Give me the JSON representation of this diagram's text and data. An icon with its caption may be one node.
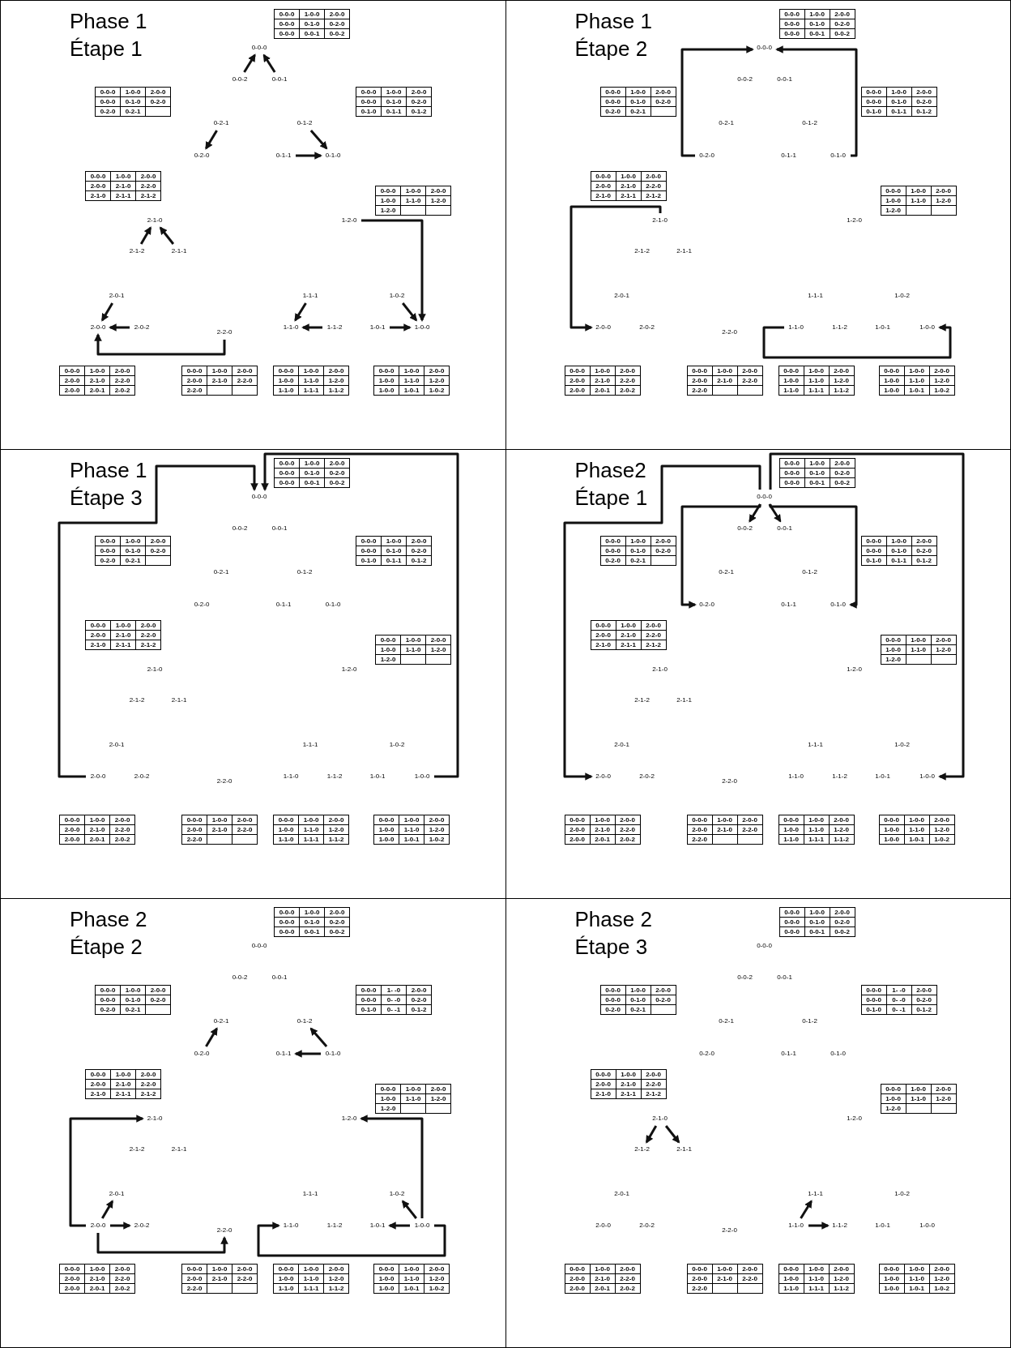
{
  "diagram": {
    "nodes": [
      {
        "text": [
          "Phase 1",
          "Étape 1"
        ]
      },
      {
        "text": [
          "0-0-0",
          "1-0-0",
          "2-0-0",
          "0-0-0",
          "0-1-0",
          "0-2-0",
          "0-0-0",
          "0-0-1",
          "0-0-2"
        ],
        "in": 0
      },
      {
        "text": [
          "0-0-0"
        ],
        "in": 0
      },
      {
        "text": [
          "0-0-2"
        ],
        "in": 0
      },
      {
        "text": [
          "0-0-1"
        ],
        "in": 0
      },
      {
        "text": [
          "0-0-0",
          "1-0-0",
          "2-0-0",
          "0-0-0",
          "0-1-0",
          "0-2-0",
          "0-2-0",
          "0-2-1"
        ],
        "in": 0
      },
      {
        "text": [
          "0-0-0",
          "1-0-0",
          "2-0-0",
          "0-0-0",
          "0-1-0",
          "0-2-0",
          "0-1-0",
          "0-1-1",
          "0-1-2"
        ],
        "in": 0
      },
      {
        "text": [
          "0-2-1"
        ],
        "in": 0
      },
      {
        "text": [
          "0-1-2"
        ],
        "in": 0
      },
      {
        "text": [
          "0-2-0"
        ],
        "in": 0
      },
      {
        "text": [
          "0-1-1"
        ],
        "in": 0
      },
      {
        "text": [
          "0-1-0"
        ],
        "in": 0
      },
      {
        "text": [
          "0-0-0",
          "1-0-0",
          "2-0-0",
          "2-0-0",
          "2-1-0",
          "2-2-0",
          "2-1-0",
          "2-1-1",
          "2-1-2"
        ],
        "in": 0
      },
      {
        "text": [
          "0-0-0",
          "1-0-0",
          "2-0-0",
          "1-0-0",
          "1-1-0",
          "1-2-0",
          "1-2-0"
        ],
        "in": 0
      },
      {
        "text": [
          "2-1-0"
        ],
        "in": 0
      },
      {
        "text": [
          "1-2-0"
        ],
        "in": 0
      },
      {
        "text": [
          "2-1-2"
        ],
        "in": 0
      },
      {
        "text": [
          "2-1-1"
        ],
        "in": 0
      },
      {
        "text": [
          "2-0-1"
        ],
        "in": 0
      },
      {
        "text": [
          "1-1-1"
        ],
        "in": 0
      },
      {
        "text": [
          "1-0-2"
        ],
        "in": 0
      },
      {
        "text": [
          "2-0-0"
        ],
        "in": 0
      },
      {
        "text": [
          "2-0-2"
        ],
        "in": 0
      },
      {
        "text": [
          "2-2-0"
        ],
        "in": 0
      },
      {
        "text": [
          "1-1-0"
        ],
        "in": 0
      },
      {
        "text": [
          "1-1-2"
        ],
        "in": 0
      },
      {
        "text": [
          "1-0-1"
        ],
        "in": 0
      },
      {
        "text": [
          "1-0-0"
        ],
        "in": 0
      },
      {
        "text": [
          "0-0-0",
          "1-0-0",
          "2-0-0",
          "2-0-0",
          "2-1-0",
          "2-2-0",
          "2-0-0",
          "2-0-1",
          "2-0-2"
        ],
        "in": 0
      },
      {
        "text": [
          "0-0-0",
          "1-0-0",
          "2-0-0",
          "2-0-0",
          "2-1-0",
          "2-2-0",
          "2-2-0"
        ],
        "in": 0
      },
      {
        "text": [
          "0-0-0",
          "1-0-0",
          "2-0-0",
          "1-0-0",
          "1-1-0",
          "1-2-0",
          "1-1-0",
          "1-1-1",
          "1-1-2"
        ],
        "in": 0
      },
      {
        "text": [
          "0-0-0",
          "1-0-0",
          "2-0-0",
          "1-0-0",
          "1-1-0",
          "1-2-0",
          "1-0-0",
          "1-0-1",
          "1-0-2"
        ],
        "in": 0
      },
      {
        "text": [
          "Phase 1",
          "Étape 2"
        ]
      },
      {
        "text": [
          "0-0-0",
          "1-0-0",
          "2-0-0",
          "0-0-0",
          "0-1-0",
          "0-2-0",
          "0-0-0",
          "0-0-1",
          "0-0-2"
        ],
        "in": 32
      },
      {
        "text": [
          "0-0-0"
        ],
        "in": 32
      },
      {
        "text": [
          "0-0-2"
        ],
        "in": 32
      },
      {
        "text": [
          "0-0-1"
        ],
        "in": 32
      },
      {
        "text": [
          "0-0-0",
          "1-0-0",
          "2-0-0",
          "0-0-0",
          "0-1-0",
          "0-2-0",
          "0-2-0",
          "0-2-1"
        ],
        "in": 32
      },
      {
        "text": [
          "0-0-0",
          "1-0-0",
          "2-0-0",
          "0-0-0",
          "0-1-0",
          "0-2-0",
          "0-1-0",
          "0-1-1",
          "0-1-2"
        ],
        "in": 32
      },
      {
        "text": [
          "0-2-1"
        ],
        "in": 32
      },
      {
        "text": [
          "0-1-2"
        ],
        "in": 32
      },
      {
        "text": [
          "0-2-0"
        ],
        "in": 32
      },
      {
        "text": [
          "0-1-1"
        ],
        "in": 32
      },
      {
        "text": [
          "0-1-0"
        ],
        "in": 32
      },
      {
        "text": [
          "0-0-0",
          "1-0-0",
          "2-0-0",
          "2-0-0",
          "2-1-0",
          "2-2-0",
          "2-1-0",
          "2-1-1",
          "2-1-2"
        ],
        "in": 32
      },
      {
        "text": [
          "0-0-0",
          "1-0-0",
          "2-0-0",
          "1-0-0",
          "1-1-0",
          "1-2-0",
          "1-2-0"
        ],
        "in": 32
      },
      {
        "text": [
          "2-1-0"
        ],
        "in": 32
      },
      {
        "text": [
          "1-2-0"
        ],
        "in": 32
      },
      {
        "text": [
          "2-1-2"
        ],
        "in": 32
      },
      {
        "text": [
          "2-1-1"
        ],
        "in": 32
      },
      {
        "text": [
          "2-0-1"
        ],
        "in": 32
      },
      {
        "text": [
          "1-1-1"
        ],
        "in": 32
      },
      {
        "text": [
          "1-0-2"
        ],
        "in": 32
      },
      {
        "text": [
          "2-0-0"
        ],
        "in": 32
      },
      {
        "text": [
          "2-0-2"
        ],
        "in": 32
      },
      {
        "text": [
          "2-2-0"
        ],
        "in": 32
      },
      {
        "text": [
          "1-1-0"
        ],
        "in": 32
      },
      {
        "text": [
          "1-1-2"
        ],
        "in": 32
      },
      {
        "text": [
          "1-0-1"
        ],
        "in": 32
      },
      {
        "text": [
          "1-0-0"
        ],
        "in": 32
      },
      {
        "text": [
          "0-0-0",
          "1-0-0",
          "2-0-0",
          "2-0-0",
          "2-1-0",
          "2-2-0",
          "2-0-0",
          "2-0-1",
          "2-0-2"
        ],
        "in": 32
      },
      {
        "text": [
          "0-0-0",
          "1-0-0",
          "2-0-0",
          "2-0-0",
          "2-1-0",
          "2-2-0",
          "2-2-0"
        ],
        "in": 32
      },
      {
        "text": [
          "0-0-0",
          "1-0-0",
          "2-0-0",
          "1-0-0",
          "1-1-0",
          "1-2-0",
          "1-1-0",
          "1-1-1",
          "1-1-2"
        ],
        "in": 32
      },
      {
        "text": [
          "0-0-0",
          "1-0-0",
          "2-0-0",
          "1-0-0",
          "1-1-0",
          "1-2-0",
          "1-0-0",
          "1-0-1",
          "1-0-2"
        ],
        "in": 32
      },
      {
        "text": [
          "Phase 1",
          "Étape 3"
        ]
      },
      {
        "text": [
          "0-0-0",
          "1-0-0",
          "2-0-0",
          "0-0-0",
          "0-1-0",
          "0-2-0",
          "0-0-0",
          "0-0-1",
          "0-0-2"
        ],
        "in": 64
      },
      {
        "text": [
          "0-0-0"
        ],
        "in": 64
      },
      {
        "text": [
          "0-0-2"
        ],
        "in": 64
      },
      {
        "text": [
          "0-0-1"
        ],
        "in": 64
      },
      {
        "text": [
          "0-0-0",
          "1-0-0",
          "2-0-0",
          "0-0-0",
          "0-1-0",
          "0-2-0",
          "0-2-0",
          "0-2-1"
        ],
        "in": 64
      },
      {
        "text": [
          "0-0-0",
          "1-0-0",
          "2-0-0",
          "0-0-0",
          "0-1-0",
          "0-2-0",
          "0-1-0",
          "0-1-1",
          "0-1-2"
        ],
        "in": 64
      },
      {
        "text": [
          "0-2-1"
        ],
        "in": 64
      },
      {
        "text": [
          "0-1-2"
        ],
        "in": 64
      },
      {
        "text": [
          "0-2-0"
        ],
        "in": 64
      },
      {
        "text": [
          "0-1-1"
        ],
        "in": 64
      },
      {
        "text": [
          "0-1-0"
        ],
        "in": 64
      },
      {
        "text": [
          "0-0-0",
          "1-0-0",
          "2-0-0",
          "2-0-0",
          "2-1-0",
          "2-2-0",
          "2-1-0",
          "2-1-1",
          "2-1-2"
        ],
        "in": 64
      },
      {
        "text": [
          "0-0-0",
          "1-0-0",
          "2-0-0",
          "1-0-0",
          "1-1-0",
          "1-2-0",
          "1-2-0"
        ],
        "in": 64
      },
      {
        "text": [
          "2-1-0"
        ],
        "in": 64
      },
      {
        "text": [
          "1-2-0"
        ],
        "in": 64
      },
      {
        "text": [
          "2-1-2"
        ],
        "in": 64
      },
      {
        "text": [
          "2-1-1"
        ],
        "in": 64
      },
      {
        "text": [
          "2-0-1"
        ],
        "in": 64
      },
      {
        "text": [
          "1-1-1"
        ],
        "in": 64
      },
      {
        "text": [
          "1-0-2"
        ],
        "in": 64
      },
      {
        "text": [
          "2-0-0"
        ],
        "in": 64
      },
      {
        "text": [
          "2-0-2"
        ],
        "in": 64
      },
      {
        "text": [
          "2-2-0"
        ],
        "in": 64
      },
      {
        "text": [
          "1-1-0"
        ],
        "in": 64
      },
      {
        "text": [
          "1-1-2"
        ],
        "in": 64
      },
      {
        "text": [
          "1-0-1"
        ],
        "in": 64
      },
      {
        "text": [
          "1-0-0"
        ],
        "in": 64
      },
      {
        "text": [
          "0-0-0",
          "1-0-0",
          "2-0-0",
          "2-0-0",
          "2-1-0",
          "2-2-0",
          "2-0-0",
          "2-0-1",
          "2-0-2"
        ],
        "in": 64
      },
      {
        "text": [
          "0-0-0",
          "1-0-0",
          "2-0-0",
          "2-0-0",
          "2-1-0",
          "2-2-0",
          "2-2-0"
        ],
        "in": 64
      },
      {
        "text": [
          "0-0-0",
          "1-0-0",
          "2-0-0",
          "1-0-0",
          "1-1-0",
          "1-2-0",
          "1-1-0",
          "1-1-1",
          "1-1-2"
        ],
        "in": 64
      },
      {
        "text": [
          "0-0-0",
          "1-0-0",
          "2-0-0",
          "1-0-0",
          "1-1-0",
          "1-2-0",
          "1-0-0",
          "1-0-1",
          "1-0-2"
        ],
        "in": 64
      },
      {
        "text": [
          "Phase2",
          "Étape 1"
        ]
      },
      {
        "text": [
          "0-0-0",
          "1-0-0",
          "2-0-0",
          "0-0-0",
          "0-1-0",
          "0-2-0",
          "0-0-0",
          "0-0-1",
          "0-0-2"
        ],
        "in": 96
      },
      {
        "text": [
          "0-0-0"
        ],
        "in": 96
      },
      {
        "text": [
          "0-0-2"
        ],
        "in": 96
      },
      {
        "text": [
          "0-0-1"
        ],
        "in": 96
      },
      {
        "text": [
          "0-0-0",
          "1-0-0",
          "2-0-0",
          "0-0-0",
          "0-1-0",
          "0-2-0",
          "0-2-0",
          "0-2-1"
        ],
        "in": 96
      },
      {
        "text": [
          "0-0-0",
          "1-0-0",
          "2-0-0",
          "0-0-0",
          "0-1-0",
          "0-2-0",
          "0-1-0",
          "0-1-1",
          "0-1-2"
        ],
        "in": 96
      },
      {
        "text": [
          "0-2-1"
        ],
        "in": 96
      },
      {
        "text": [
          "0-1-2"
        ],
        "in": 96
      },
      {
        "text": [
          "0-2-0"
        ],
        "in": 96
      },
      {
        "text": [
          "0-1-1"
        ],
        "in": 96
      },
      {
        "text": [
          "0-1-0"
        ],
        "in": 96
      },
      {
        "text": [
          "0-0-0",
          "1-0-0",
          "2-0-0",
          "2-0-0",
          "2-1-0",
          "2-2-0",
          "2-1-0",
          "2-1-1",
          "2-1-2"
        ],
        "in": 96
      },
      {
        "text": [
          "0-0-0",
          "1-0-0",
          "2-0-0",
          "1-0-0",
          "1-1-0",
          "1-2-0",
          "1-2-0"
        ],
        "in": 96
      },
      {
        "text": [
          "2-1-0"
        ],
        "in": 96
      },
      {
        "text": [
          "1-2-0"
        ],
        "in": 96
      },
      {
        "text": [
          "2-1-2"
        ],
        "in": 96
      },
      {
        "text": [
          "2-1-1"
        ],
        "in": 96
      },
      {
        "text": [
          "2-0-1"
        ],
        "in": 96
      },
      {
        "text": [
          "1-1-1"
        ],
        "in": 96
      },
      {
        "text": [
          "1-0-2"
        ],
        "in": 96
      },
      {
        "text": [
          "2-0-0"
        ],
        "in": 96
      },
      {
        "text": [
          "2-0-2"
        ],
        "in": 96
      },
      {
        "text": [
          "2-2-0"
        ],
        "in": 96
      },
      {
        "text": [
          "1-1-0"
        ],
        "in": 96
      },
      {
        "text": [
          "1-1-2"
        ],
        "in": 96
      },
      {
        "text": [
          "1-0-1"
        ],
        "in": 96
      },
      {
        "text": [
          "1-0-0"
        ],
        "in": 96
      },
      {
        "text": [
          "0-0-0",
          "1-0-0",
          "2-0-0",
          "2-0-0",
          "2-1-0",
          "2-2-0",
          "2-0-0",
          "2-0-1",
          "2-0-2"
        ],
        "in": 96
      },
      {
        "text": [
          "0-0-0",
          "1-0-0",
          "2-0-0",
          "2-0-0",
          "2-1-0",
          "2-2-0",
          "2-2-0"
        ],
        "in": 96
      },
      {
        "text": [
          "0-0-0",
          "1-0-0",
          "2-0-0",
          "1-0-0",
          "1-1-0",
          "1-2-0",
          "1-1-0",
          "1-1-1",
          "1-1-2"
        ],
        "in": 96
      },
      {
        "text": [
          "0-0-0",
          "1-0-0",
          "2-0-0",
          "1-0-0",
          "1-1-0",
          "1-2-0",
          "1-0-0",
          "1-0-1",
          "1-0-2"
        ],
        "in": 96
      },
      {
        "text": [
          "Phase 2",
          "Étape 2"
        ]
      },
      {
        "text": [
          "0-0-0",
          "1-0-0",
          "2-0-0",
          "0-0-0",
          "0-1-0",
          "0-2-0",
          "0-0-0",
          "0-0-1",
          "0-0-2"
        ],
        "in": 128
      },
      {
        "text": [
          "0-0-0"
        ],
        "in": 128
      },
      {
        "text": [
          "0-0-2"
        ],
        "in": 128
      },
      {
        "text": [
          "0-0-1"
        ],
        "in": 128
      },
      {
        "text": [
          "0-0-0",
          "1-0-0",
          "2-0-0",
          "0-0-0",
          "0-1-0",
          "0-2-0",
          "0-2-0",
          "0-2-1"
        ],
        "in": 128
      },
      {
        "text": [
          "0-0-0",
          "1- -0",
          "2-0-0",
          "0-0-0",
          "0- -0",
          "0-2-0",
          "0-1-0",
          "0- -1",
          "0-1-2"
        ],
        "in": 128
      },
      {
        "text": [
          "0-2-1"
        ],
        "in": 128
      },
      {
        "text": [
          "0-1-2"
        ],
        "in": 128
      },
      {
        "text": [
          "0-2-0"
        ],
        "in": 128
      },
      {
        "text": [
          "0-1-1"
        ],
        "in": 128
      },
      {
        "text": [
          "0-1-0"
        ],
        "in": 128
      },
      {
        "text": [
          "0-0-0",
          "1-0-0",
          "2-0-0",
          "2-0-0",
          "2-1-0",
          "2-2-0",
          "2-1-0",
          "2-1-1",
          "2-1-2"
        ],
        "in": 128
      },
      {
        "text": [
          "0-0-0",
          "1-0-0",
          "2-0-0",
          "1-0-0",
          "1-1-0",
          "1-2-0",
          "1-2-0"
        ],
        "in": 128
      },
      {
        "text": [
          "2-1-0"
        ],
        "in": 128
      },
      {
        "text": [
          "1-2-0"
        ],
        "in": 128
      },
      {
        "text": [
          "2-1-2"
        ],
        "in": 128
      },
      {
        "text": [
          "2-1-1"
        ],
        "in": 128
      },
      {
        "text": [
          "2-0-1"
        ],
        "in": 128
      },
      {
        "text": [
          "1-1-1"
        ],
        "in": 128
      },
      {
        "text": [
          "1-0-2"
        ],
        "in": 128
      },
      {
        "text": [
          "2-0-0"
        ],
        "in": 128
      },
      {
        "text": [
          "2-0-2"
        ],
        "in": 128
      },
      {
        "text": [
          "2-2-0"
        ],
        "in": 128
      },
      {
        "text": [
          "1-1-0"
        ],
        "in": 128
      },
      {
        "text": [
          "1-1-2"
        ],
        "in": 128
      },
      {
        "text": [
          "1-0-1"
        ],
        "in": 128
      },
      {
        "text": [
          "1-0-0"
        ],
        "in": 128
      },
      {
        "text": [
          "0-0-0",
          "1-0-0",
          "2-0-0",
          "2-0-0",
          "2-1-0",
          "2-2-0",
          "2-0-0",
          "2-0-1",
          "2-0-2"
        ],
        "in": 128
      },
      {
        "text": [
          "0-0-0",
          "1-0-0",
          "2-0-0",
          "2-0-0",
          "2-1-0",
          "2-2-0",
          "2-2-0"
        ],
        "in": 128
      },
      {
        "text": [
          "0-0-0",
          "1-0-0",
          "2-0-0",
          "1-0-0",
          "1-1-0",
          "1-2-0",
          "1-1-0",
          "1-1-1",
          "1-1-2"
        ],
        "in": 128
      },
      {
        "text": [
          "0-0-0",
          "1-0-0",
          "2-0-0",
          "1-0-0",
          "1-1-0",
          "1-2-0",
          "1-0-0",
          "1-0-1",
          "1-0-2"
        ],
        "in": 128
      },
      {
        "text": [
          "Phase 2",
          "Étape 3"
        ]
      },
      {
        "text": [
          "0-0-0",
          "1-0-0",
          "2-0-0",
          "0-0-0",
          "0-1-0",
          "0-2-0",
          "0-0-0",
          "0-0-1",
          "0-0-2"
        ],
        "in": 160
      },
      {
        "text": [
          "0-0-0"
        ],
        "in": 160
      },
      {
        "text": [
          "0-0-2"
        ],
        "in": 160
      },
      {
        "text": [
          "0-0-1"
        ],
        "in": 160
      },
      {
        "text": [
          "0-0-0",
          "1-0-0",
          "2-0-0",
          "0-0-0",
          "0-1-0",
          "0-2-0",
          "0-2-0",
          "0-2-1"
        ],
        "in": 160
      },
      {
        "text": [
          "0-0-0",
          "1- -0",
          "2-0-0",
          "0-0-0",
          "0- -0",
          "0-2-0",
          "0-1-0",
          "0- -1",
          "0-1-2"
        ],
        "in": 160
      },
      {
        "text": [
          "0-2-1"
        ],
        "in": 160
      },
      {
        "text": [
          "0-1-2"
        ],
        "in": 160
      },
      {
        "text": [
          "0-2-0"
        ],
        "in": 160
      },
      {
        "text": [
          "0-1-1"
        ],
        "in": 160
      },
      {
        "text": [
          "0-1-0"
        ],
        "in": 160
      },
      {
        "text": [
          "0-0-0",
          "1-0-0",
          "2-0-0",
          "2-0-0",
          "2-1-0",
          "2-2-0",
          "2-1-0",
          "2-1-1",
          "2-1-2"
        ],
        "in": 160
      },
      {
        "text": [
          "0-0-0",
          "1-0-0",
          "2-0-0",
          "1-0-0",
          "1-1-0",
          "1-2-0",
          "1-2-0"
        ],
        "in": 160
      },
      {
        "text": [
          "2-1-0"
        ],
        "in": 160
      },
      {
        "text": [
          "1-2-0"
        ],
        "in": 160
      },
      {
        "text": [
          "2-1-2"
        ],
        "in": 160
      },
      {
        "text": [
          "2-1-1"
        ],
        "in": 160
      },
      {
        "text": [
          "2-0-1"
        ],
        "in": 160
      },
      {
        "text": [
          "1-1-1"
        ],
        "in": 160
      },
      {
        "text": [
          "1-0-2"
        ],
        "in": 160
      },
      {
        "text": [
          "2-0-0"
        ],
        "in": 160
      },
      {
        "text": [
          "2-0-2"
        ],
        "in": 160
      },
      {
        "text": [
          "2-2-0"
        ],
        "in": 160
      },
      {
        "text": [
          "1-1-0"
        ],
        "in": 160
      },
      {
        "text": [
          "1-1-2"
        ],
        "in": 160
      },
      {
        "text": [
          "1-0-1"
        ],
        "in": 160
      },
      {
        "text": [
          "1-0-0"
        ],
        "in": 160
      },
      {
        "text": [
          "0-0-0",
          "1-0-0",
          "2-0-0",
          "2-0-0",
          "2-1-0",
          "2-2-0",
          "2-0-0",
          "2-0-1",
          "2-0-2"
        ],
        "in": 160
      },
      {
        "text": [
          "0-0-0",
          "1-0-0",
          "2-0-0",
          "2-0-0",
          "2-1-0",
          "2-2-0",
          "2-2-0"
        ],
        "in": 160
      },
      {
        "text": [
          "0-0-0",
          "1-0-0",
          "2-0-0",
          "1-0-0",
          "1-1-0",
          "1-2-0",
          "1-1-0",
          "1-1-1",
          "1-1-2"
        ],
        "in": 160
      },
      {
        "text": [
          "0-0-0",
          "1-0-0",
          "2-0-0",
          "1-0-0",
          "1-1-0",
          "1-2-0",
          "1-0-0",
          "1-0-1",
          "1-0-2"
        ],
        "in": 160
      }
    ],
    "edges": [
      {
        "from": 3,
        "to": 2,
        "arrow": "to"
      },
      {
        "from": 4,
        "to": 2,
        "arrow": "to"
      },
      {
        "from": 7,
        "to": 9,
        "arrow": "to"
      },
      {
        "from": 8,
        "to": 11,
        "arrow": "to"
      },
      {
        "from": 10,
        "to": 11,
        "arrow": "to"
      },
      {
        "from": 16,
        "to": 14,
        "arrow": "to"
      },
      {
        "from": 17,
        "to": 14,
        "arrow": "to"
      },
      {
        "from": 18,
        "to": 21,
        "arrow": "to"
      },
      {
        "from": 22,
        "to": 21,
        "arrow": "to"
      },
      {
        "from": 23,
        "to": 21,
        "arrow": "to"
      },
      {
        "from": 19,
        "to": 24,
        "arrow": "to"
      },
      {
        "from": 25,
        "to": 24,
        "arrow": "to"
      },
      {
        "from": 15,
        "to": 27,
        "arrow": "to"
      },
      {
        "from": 20,
        "to": 27,
        "arrow": "to"
      },
      {
        "from": 26,
        "to": 27,
        "arrow": "to"
      },
      {
        "from": 41,
        "to": 34,
        "arrow": "to"
      },
      {
        "from": 43,
        "to": 34,
        "arrow": "to"
      },
      {
        "from": 46,
        "to": 53,
        "arrow": "to"
      },
      {
        "from": 56,
        "to": 59,
        "arrow": "to"
      },
      {
        "from": 85,
        "to": 66,
        "arrow": "to"
      },
      {
        "from": 91,
        "to": 66,
        "arrow": "to"
      },
      {
        "from": 98,
        "to": 117,
        "arrow": "to"
      },
      {
        "from": 98,
        "to": 123,
        "arrow": "to"
      },
      {
        "from": 98,
        "to": 99,
        "arrow": "to"
      },
      {
        "from": 98,
        "to": 100,
        "arrow": "to"
      },
      {
        "from": 98,
        "to": 105,
        "arrow": "to"
      },
      {
        "from": 98,
        "to": 107,
        "arrow": "to"
      },
      {
        "from": 137,
        "to": 135,
        "arrow": "to"
      },
      {
        "from": 139,
        "to": 136,
        "arrow": "to"
      },
      {
        "from": 139,
        "to": 138,
        "arrow": "to"
      },
      {
        "from": 149,
        "to": 142,
        "arrow": "to"
      },
      {
        "from": 149,
        "to": 146,
        "arrow": "to"
      },
      {
        "from": 149,
        "to": 150,
        "arrow": "to"
      },
      {
        "from": 149,
        "to": 151,
        "arrow": "to"
      },
      {
        "from": 155,
        "to": 143,
        "arrow": "to"
      },
      {
        "from": 155,
        "to": 148,
        "arrow": "to"
      },
      {
        "from": 155,
        "to": 154,
        "arrow": "to"
      },
      {
        "from": 155,
        "to": 152,
        "arrow": "to"
      },
      {
        "from": 174,
        "to": 176,
        "arrow": "to"
      },
      {
        "from": 174,
        "to": 177,
        "arrow": "to"
      },
      {
        "from": 184,
        "to": 179,
        "arrow": "to"
      },
      {
        "from": 184,
        "to": 185,
        "arrow": "to"
      }
    ]
  }
}
